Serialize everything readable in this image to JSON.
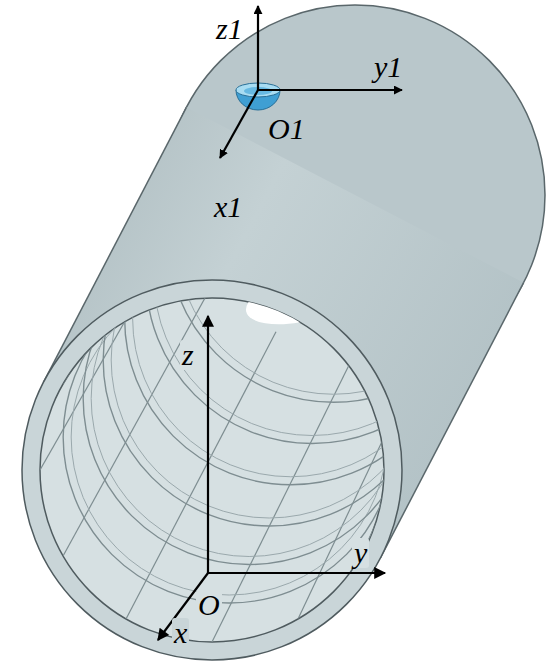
{
  "diagram": {
    "labels": [
      "z1",
      "y1",
      "O1",
      "x1",
      "z",
      "y",
      "O",
      "x"
    ]
  }
}
